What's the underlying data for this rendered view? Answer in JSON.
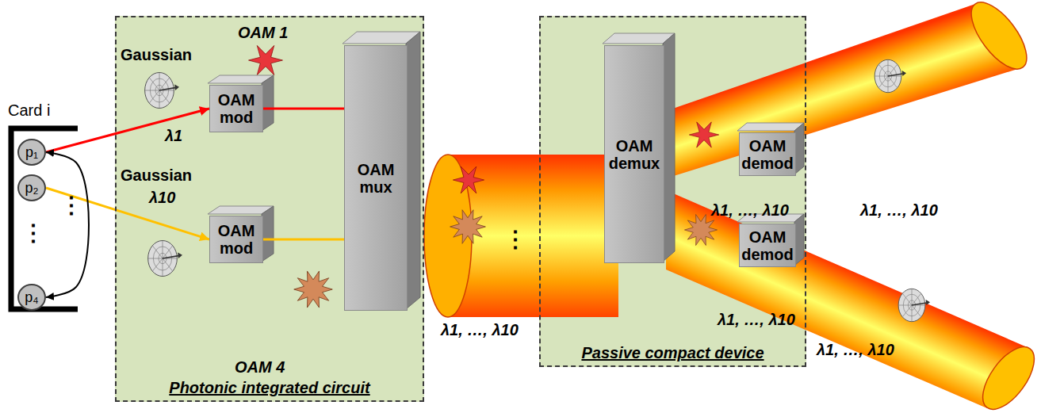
{
  "diagram": {
    "nodes": [
      {
        "text": [
          "Card i"
        ]
      },
      {
        "text": [
          "p₁"
        ],
        "in": 0
      },
      {
        "text": [
          "p₂"
        ],
        "in": 0
      },
      {
        "text": [
          "p₄"
        ],
        "in": 0
      },
      {
        "text": [
          "Photonic integrated circuit"
        ]
      },
      {
        "text": [
          "OAM mod"
        ],
        "in": 4
      },
      {
        "text": [
          "OAM mod"
        ],
        "in": 4
      },
      {
        "text": [
          "OAM mux"
        ],
        "in": 4
      },
      {
        "text": [
          "Passive compact device"
        ]
      },
      {
        "text": [
          "OAM demux"
        ],
        "in": 8
      },
      {
        "text": [
          "OAM demod"
        ],
        "in": 8
      },
      {
        "text": [
          "OAM demod"
        ],
        "in": 8
      }
    ],
    "edges": [
      {
        "from": 1,
        "to": 5,
        "arrow": "to"
      },
      {
        "from": 2,
        "to": 6,
        "arrow": "to"
      },
      {
        "from": 1,
        "to": 3,
        "arrow": "both"
      },
      {
        "from": 5,
        "to": 7,
        "arrow": "none"
      },
      {
        "from": 6,
        "to": 7,
        "arrow": "none"
      }
    ],
    "labels": [
      "⋮",
      "⋮",
      "Gaussian",
      "OAM 1",
      "λ1",
      "Gaussian",
      "λ10",
      "OAM 4",
      "⋮",
      "λ1, …, λ10",
      "λ1, …, λ10",
      "λ1, …, λ10",
      "λ1, …, λ10",
      "λ1, …, λ10"
    ]
  }
}
